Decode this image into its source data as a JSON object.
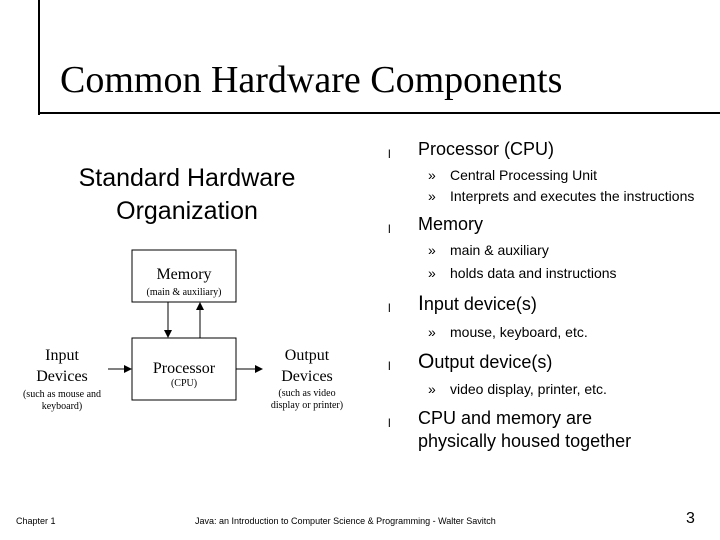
{
  "title": "Common Hardware Components",
  "subtitle": "Standard Hardware Organization",
  "diagram": {
    "memory": {
      "label": "Memory",
      "sublabel": "(main & auxiliary)"
    },
    "input": {
      "label_line1": "Input",
      "label_line2": "Devices",
      "sub_line1": "(such as mouse and",
      "sub_line2": "keyboard)"
    },
    "processor": {
      "label": "Processor",
      "sublabel": "(CPU)"
    },
    "output": {
      "label_line1": "Output",
      "label_line2": "Devices",
      "sub_line1": "(such as video",
      "sub_line2": "display or printer)"
    }
  },
  "bullets": [
    {
      "text": "Processor (CPU)",
      "subs": [
        "Central Processing Unit",
        "Interprets and executes the instructions"
      ]
    },
    {
      "text": "Memory",
      "subs": [
        "main & auxiliary",
        "holds data and instructions"
      ]
    },
    {
      "first": "I",
      "rest": "nput device(s)",
      "subs": [
        "mouse, keyboard, etc."
      ]
    },
    {
      "first": "O",
      "rest": "utput device(s)",
      "subs": [
        "video display, printer, etc."
      ]
    },
    {
      "text": "CPU and memory are physically housed together",
      "subs": []
    }
  ],
  "bullet_mark": "l",
  "sub_mark": "»",
  "footer": {
    "chapter": "Chapter 1",
    "book": "Java: an Introduction to Computer Science & Programming - Walter Savitch",
    "page": "3"
  }
}
